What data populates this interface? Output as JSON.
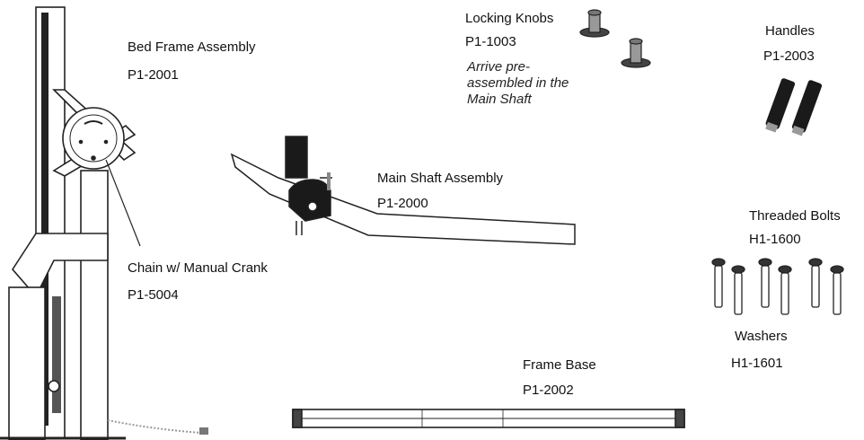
{
  "parts": {
    "bed_frame": {
      "name": "Bed Frame Assembly",
      "code": "P1-2001"
    },
    "locking_knobs": {
      "name": "Locking Knobs",
      "code": "P1-1003",
      "note": "Arrive pre-assembled in the Main Shaft"
    },
    "handles": {
      "name": "Handles",
      "code": "P1-2003"
    },
    "main_shaft": {
      "name": "Main Shaft Assembly",
      "code": "P1-2000"
    },
    "threaded_bolts": {
      "name": "Threaded Bolts",
      "code": "H1-1600"
    },
    "chain_crank": {
      "name": "Chain w/ Manual Crank",
      "code": "P1-5004"
    },
    "washers": {
      "name": "Washers",
      "code": "H1-1601"
    },
    "frame_base": {
      "name": "Frame Base",
      "code": "P1-2002"
    }
  },
  "colors": {
    "ink": "#111111",
    "line": "#222222",
    "dark": "#1a1a1a",
    "grey": "#9a9a9a"
  }
}
